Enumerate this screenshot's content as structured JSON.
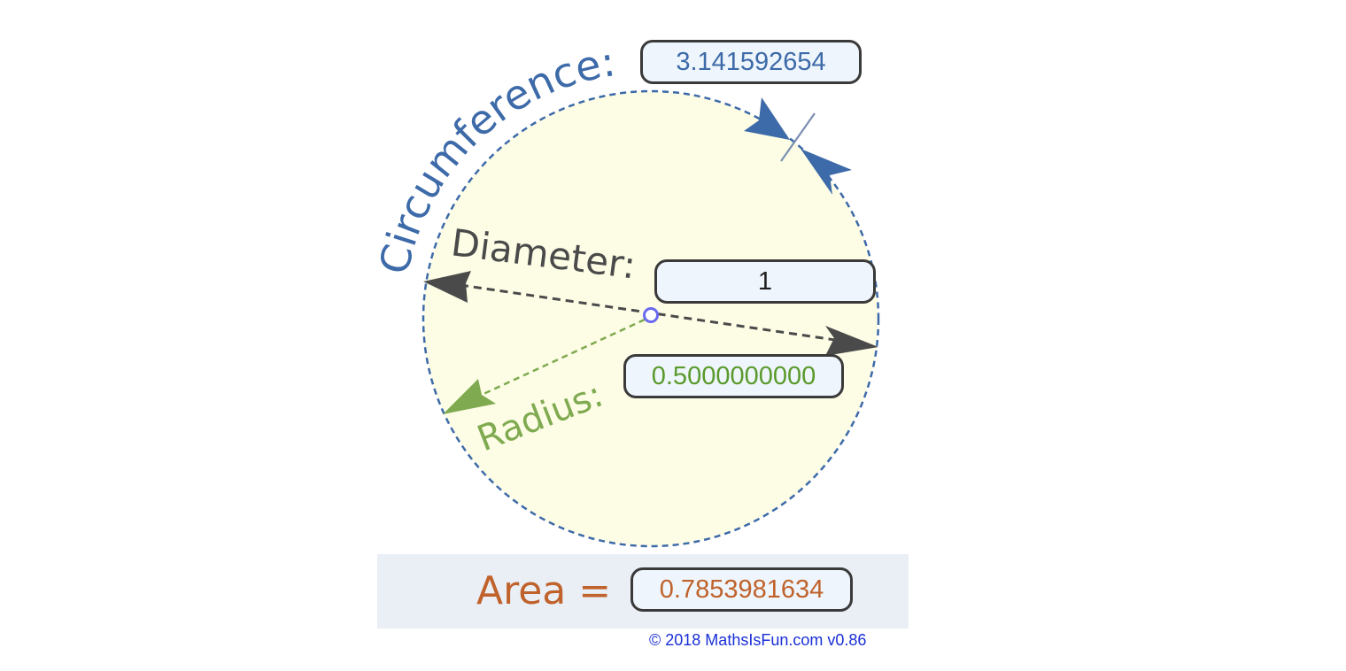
{
  "labels": {
    "circumference": "Circumference:",
    "diameter": "Diameter:",
    "radius": "Radius:",
    "area": "Area ="
  },
  "values": {
    "circumference": "3.141592654",
    "diameter": "1",
    "radius": "0.5000000000",
    "area": "0.7853981634"
  },
  "credit": "© 2018 MathsIsFun.com v0.86",
  "colors": {
    "circumference": "#3d6aa8",
    "diameter": "#4a4a4a",
    "radius": "#7faa4f",
    "radius_value": "#5a9a2c",
    "area": "#c0622b",
    "circle_fill": "#fdfde6",
    "center_handle": "#6a6af0",
    "credit_link": "#1a2fd6"
  }
}
